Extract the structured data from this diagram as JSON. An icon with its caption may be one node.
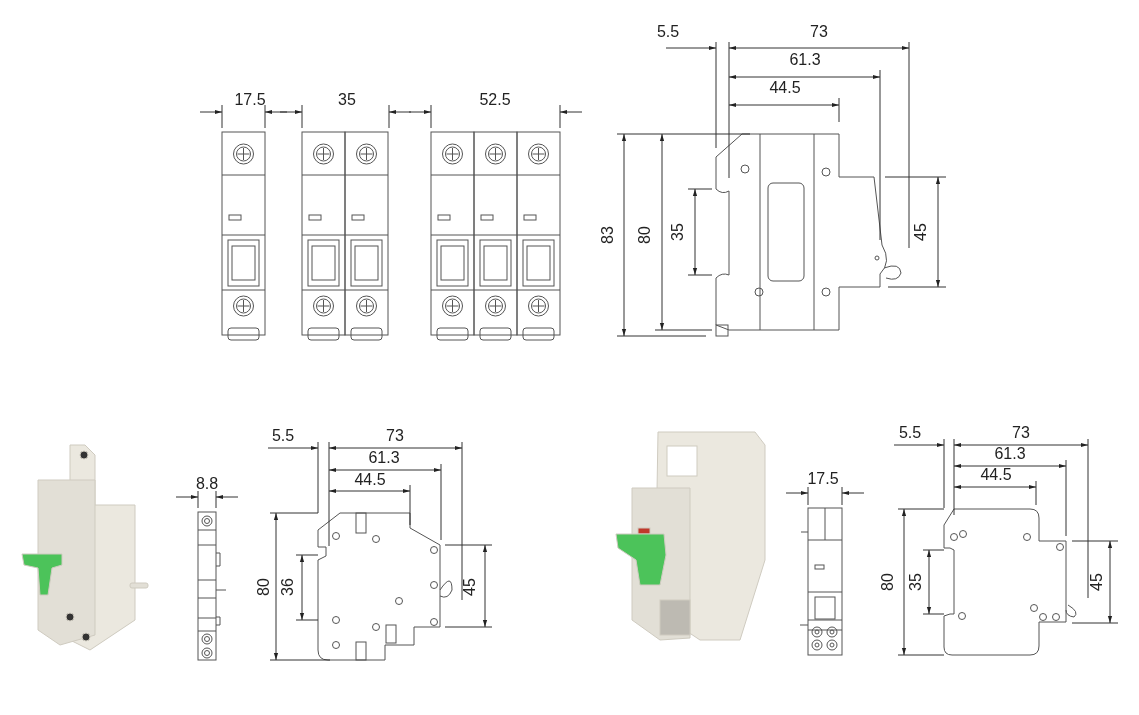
{
  "diagram": {
    "labels": [
      "17.5",
      "35",
      "52.5",
      "5.5",
      "73",
      "61.3",
      "44.5",
      "83",
      "80",
      "35",
      "45",
      "8.8",
      "5.5",
      "73",
      "61.3",
      "44.5",
      "80",
      "36",
      "45",
      "17.5",
      "5.5",
      "73",
      "61.3",
      "44.5",
      "80",
      "35",
      "45"
    ]
  }
}
